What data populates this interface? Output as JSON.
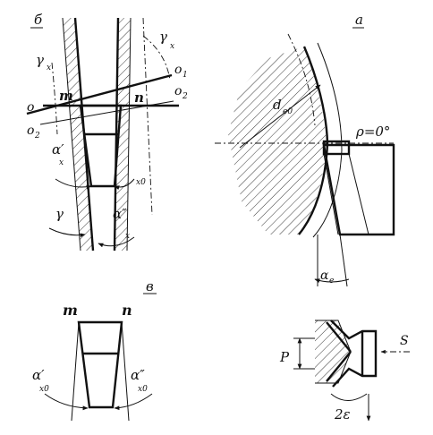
{
  "figure": {
    "panel_labels": {
      "b": "б",
      "a": "а",
      "v": "в"
    },
    "panel_b": {
      "gamma_top_left": "γ",
      "gamma_top_left_sub": "x",
      "gamma_top_right": "γ",
      "gamma_top_right_sub": "x",
      "o": "o",
      "o1": "o",
      "o1_sub": "1",
      "o2_right": "o",
      "o2_right_sub": "2",
      "o2_left": "o",
      "o2_left_sub": "2",
      "m": "m",
      "n": "n",
      "alpha_prime": "α′",
      "alpha_prime_sub": "x",
      "alpha_x0": "x0",
      "gamma_bottom": "γ",
      "alpha_dblprime": "α″",
      "alpha_dblprime_sub": "x"
    },
    "panel_a": {
      "diameter": "d",
      "diameter_sub": "e0",
      "rho": "ρ=0°",
      "alpha": "α",
      "alpha_sub": "e"
    },
    "panel_v": {
      "m": "m",
      "n": "n",
      "alpha_prime": "α′",
      "alpha_prime_sub": "x0",
      "alpha_dblprime": "α″",
      "alpha_dblprime_sub": "x0"
    },
    "panel_thread": {
      "pitch": "P",
      "feed": "S",
      "angle": "2ε"
    }
  }
}
